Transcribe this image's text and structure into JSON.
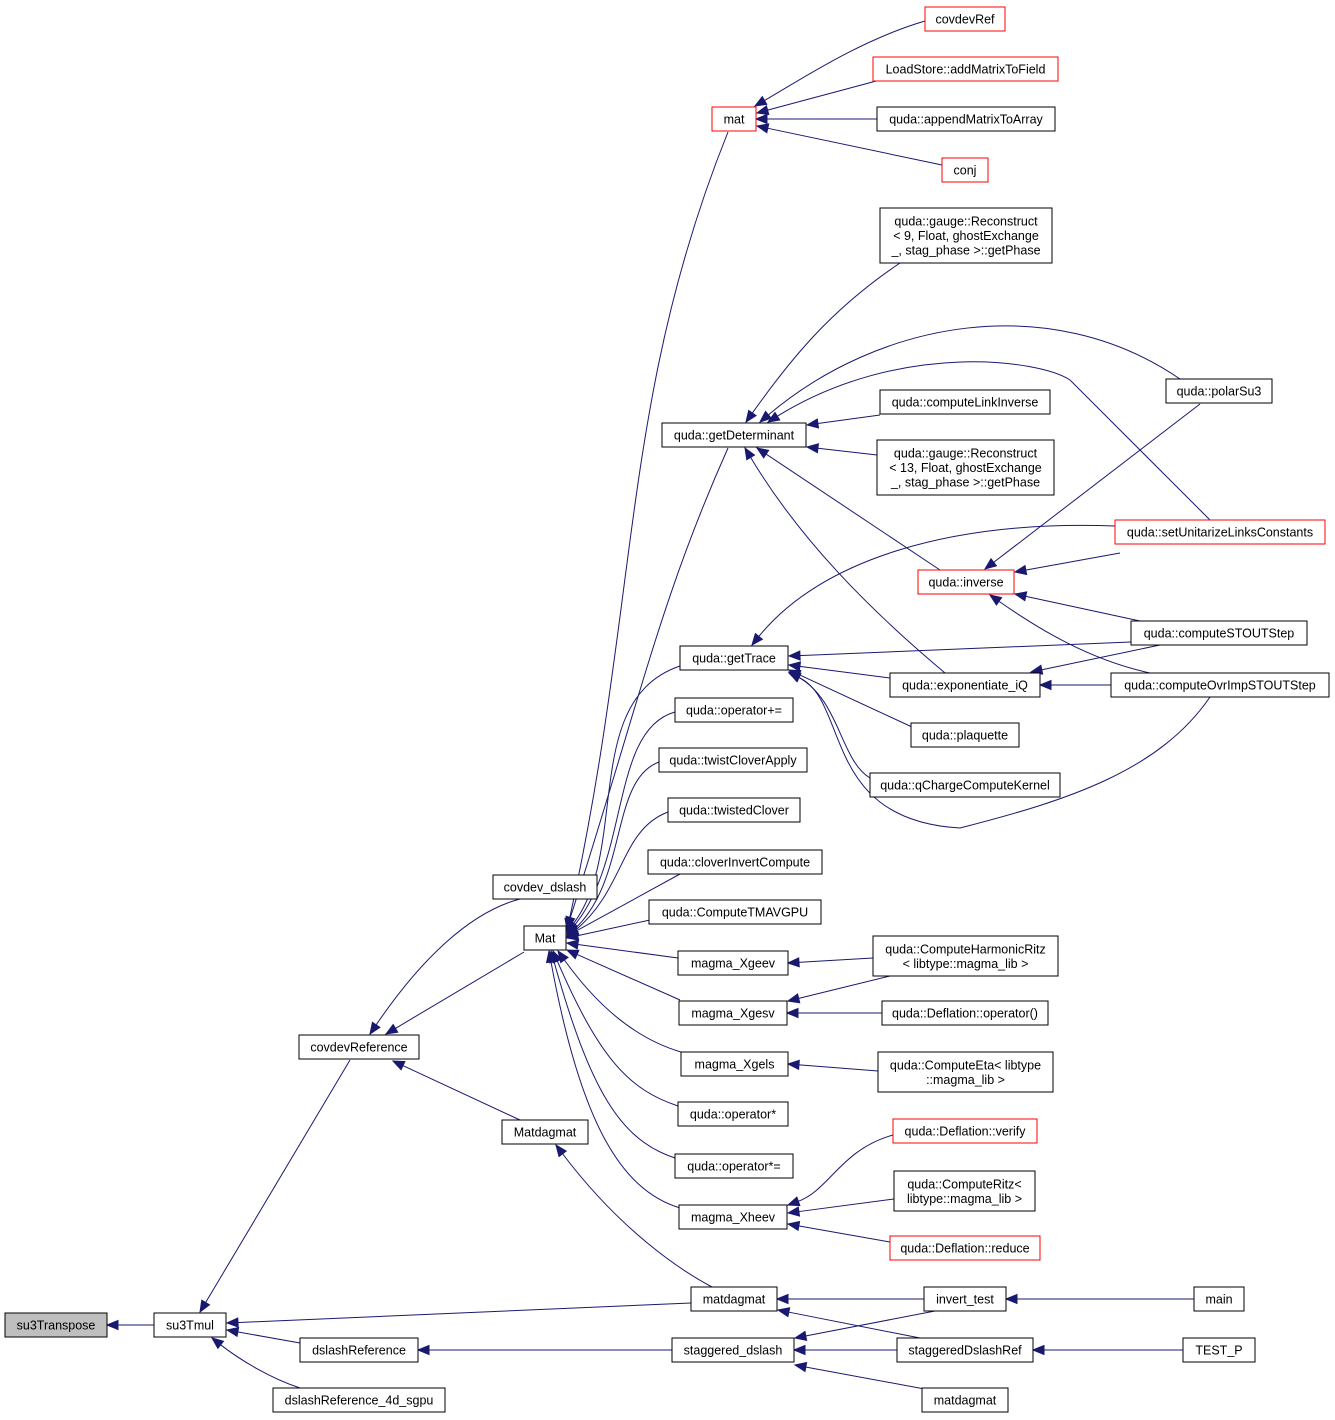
{
  "colors": {
    "edge": "#191970",
    "box": "#000000",
    "truncated_box": "#ff0000",
    "root_fill": "#bfbfbf"
  },
  "nodes": {
    "su3Transpose": {
      "lines": [
        "su3Transpose"
      ],
      "root": true
    },
    "su3Tmul": {
      "lines": [
        "su3Tmul"
      ]
    },
    "covdevReference": {
      "lines": [
        "covdevReference"
      ]
    },
    "dslashReference": {
      "lines": [
        "dslashReference"
      ]
    },
    "dslashReference_4d_sgpu": {
      "lines": [
        "dslashReference_4d_sgpu"
      ]
    },
    "covdev_dslash": {
      "lines": [
        "covdev_dslash"
      ]
    },
    "Mat": {
      "lines": [
        "Mat"
      ]
    },
    "Matdagmat": {
      "lines": [
        "Matdagmat"
      ]
    },
    "matdagmat1": {
      "lines": [
        "matdagmat"
      ]
    },
    "staggered_dslash": {
      "lines": [
        "staggered_dslash"
      ]
    },
    "mat": {
      "lines": [
        "mat"
      ],
      "red": true
    },
    "covdevRef": {
      "lines": [
        "covdevRef"
      ],
      "red": true
    },
    "addMatrixToField": {
      "lines": [
        "LoadStore::addMatrixToField"
      ],
      "red": true
    },
    "appendMatrixToArray": {
      "lines": [
        "quda::appendMatrixToArray"
      ]
    },
    "conj": {
      "lines": [
        "conj"
      ],
      "red": true
    },
    "reconstruct9": {
      "lines": [
        "quda::gauge::Reconstruct",
        "< 9, Float, ghostExchange",
        "_, stag_phase >::getPhase"
      ]
    },
    "getDeterminant": {
      "lines": [
        "quda::getDeterminant"
      ]
    },
    "computeLinkInverse": {
      "lines": [
        "quda::computeLinkInverse"
      ]
    },
    "reconstruct13": {
      "lines": [
        "quda::gauge::Reconstruct",
        "< 13, Float, ghostExchange",
        "_, stag_phase >::getPhase"
      ]
    },
    "polarSu3": {
      "lines": [
        "quda::polarSu3"
      ]
    },
    "setUnitarize": {
      "lines": [
        "quda::setUnitarizeLinksConstants"
      ],
      "red": true
    },
    "inverse": {
      "lines": [
        "quda::inverse"
      ],
      "red": true
    },
    "getTrace": {
      "lines": [
        "quda::getTrace"
      ]
    },
    "computeSTOUTStep": {
      "lines": [
        "quda::computeSTOUTStep"
      ]
    },
    "exponentiate_iQ": {
      "lines": [
        "quda::exponentiate_iQ"
      ]
    },
    "computeOvrImp": {
      "lines": [
        "quda::computeOvrImpSTOUTStep"
      ]
    },
    "plaquette": {
      "lines": [
        "quda::plaquette"
      ]
    },
    "qCharge": {
      "lines": [
        "quda::qChargeComputeKernel"
      ]
    },
    "operatorPlusEq": {
      "lines": [
        "quda::operator+="
      ]
    },
    "twistCloverApply": {
      "lines": [
        "quda::twistCloverApply"
      ]
    },
    "twistedClover": {
      "lines": [
        "quda::twistedClover"
      ]
    },
    "cloverInvertCompute": {
      "lines": [
        "quda::cloverInvertCompute"
      ]
    },
    "ComputeTMAVGPU": {
      "lines": [
        "quda::ComputeTMAVGPU"
      ]
    },
    "magma_Xgeev": {
      "lines": [
        "magma_Xgeev"
      ]
    },
    "magma_Xgesv": {
      "lines": [
        "magma_Xgesv"
      ]
    },
    "magma_Xgels": {
      "lines": [
        "magma_Xgels"
      ]
    },
    "operatorMul": {
      "lines": [
        "quda::operator*"
      ]
    },
    "operatorMulEq": {
      "lines": [
        "quda::operator*="
      ]
    },
    "magma_Xheev": {
      "lines": [
        "magma_Xheev"
      ]
    },
    "ComputeHarmonicRitz": {
      "lines": [
        "quda::ComputeHarmonicRitz",
        "< libtype::magma_lib >"
      ]
    },
    "DeflationOperator": {
      "lines": [
        "quda::Deflation::operator()"
      ]
    },
    "ComputeEta": {
      "lines": [
        "quda::ComputeEta< libtype",
        "::magma_lib >"
      ]
    },
    "DeflationVerify": {
      "lines": [
        "quda::Deflation::verify"
      ],
      "red": true
    },
    "ComputeRitz": {
      "lines": [
        "quda::ComputeRitz<",
        "libtype::magma_lib >"
      ]
    },
    "DeflationReduce": {
      "lines": [
        "quda::Deflation::reduce"
      ],
      "red": true
    },
    "invert_test": {
      "lines": [
        "invert_test"
      ]
    },
    "main": {
      "lines": [
        "main"
      ]
    },
    "staggeredDslashRef": {
      "lines": [
        "staggeredDslashRef"
      ]
    },
    "TEST_P": {
      "lines": [
        "TEST_P"
      ]
    },
    "matdagmat2": {
      "lines": [
        "matdagmat"
      ]
    }
  }
}
